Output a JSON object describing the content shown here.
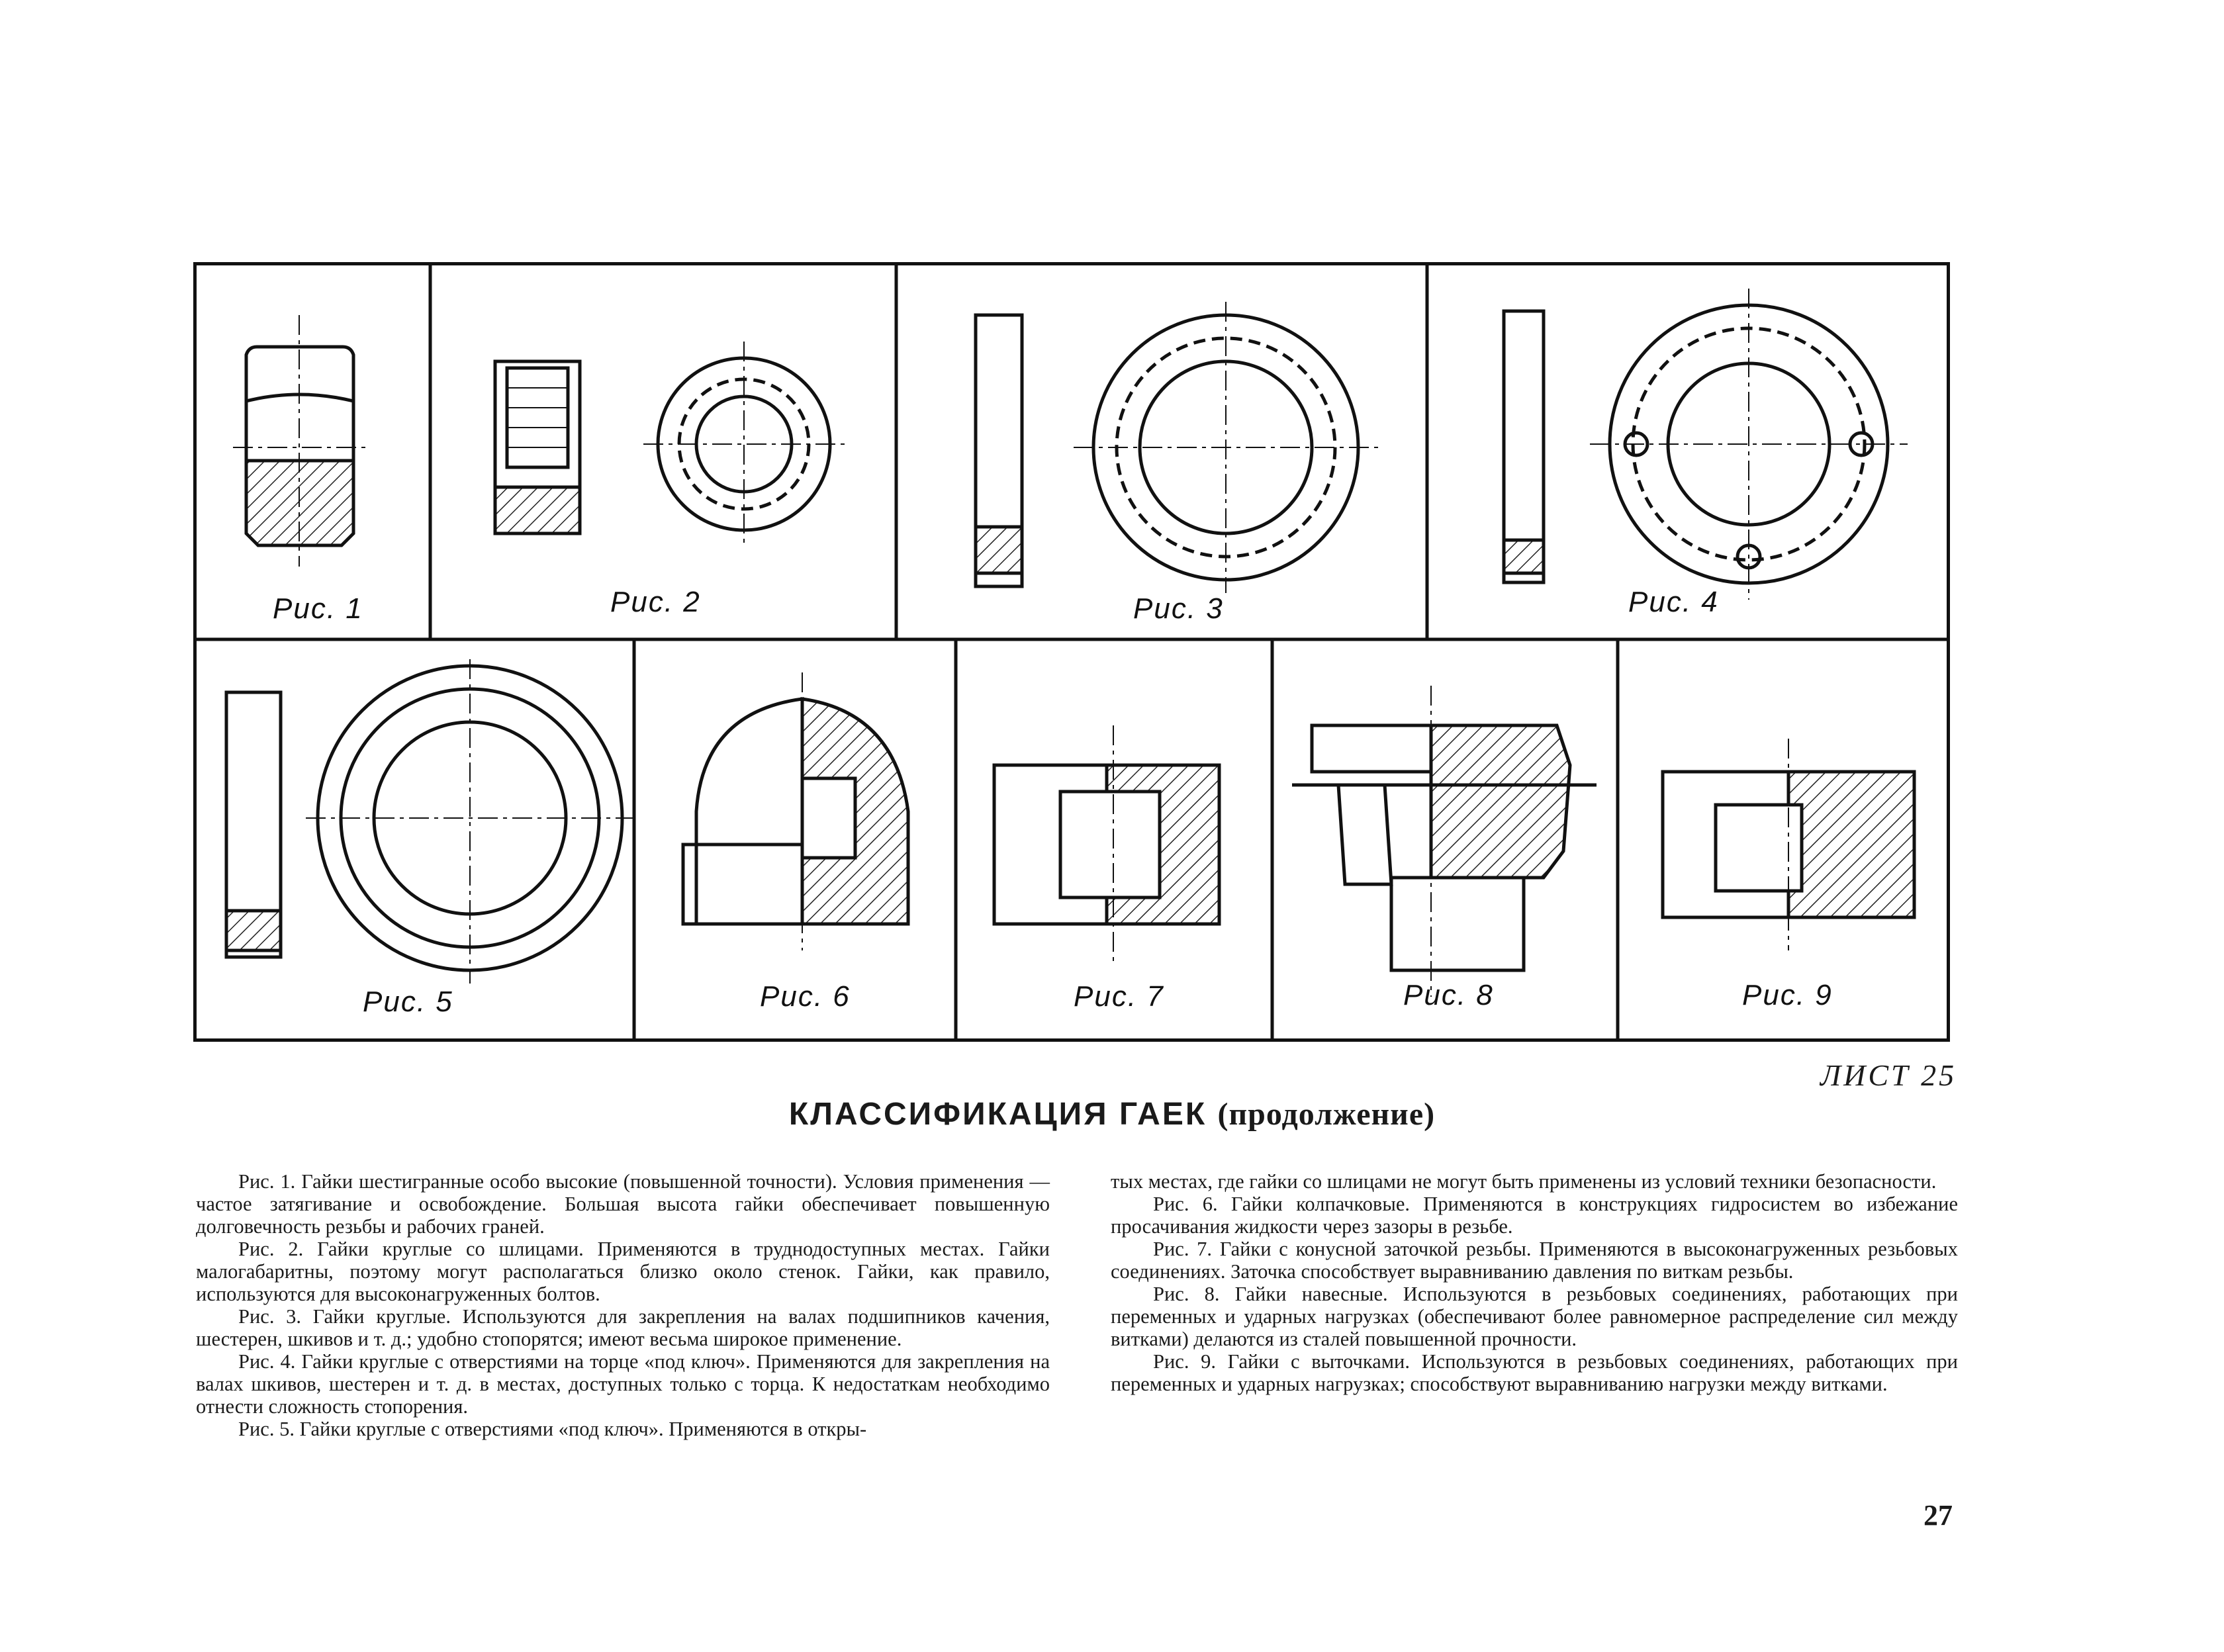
{
  "figures": {
    "captions": [
      "Рис. 1",
      "Рис. 2",
      "Рис. 3",
      "Рис. 4",
      "Рис. 5",
      "Рис. 6",
      "Рис. 7",
      "Рис. 8",
      "Рис. 9"
    ]
  },
  "sheet_label": "ЛИСТ 25",
  "title": {
    "main": "КЛАССИФИКАЦИЯ ГАЕК",
    "sub": "(продолжение)"
  },
  "text": {
    "left": [
      "Рис. 1. Гайки шестигранные особо высокие (повышенной точности). Условия применения — частое затягивание и освобождение. Большая высота гайки обеспечивает повышенную долговечность резьбы и рабочих граней.",
      "Рис. 2. Гайки круглые со шлицами. Применяются в труднодоступных местах. Гайки малогабаритны, поэтому могут располагаться близко около стенок. Гайки, как правило, используются для высоконагруженных болтов.",
      "Рис. 3. Гайки круглые. Используются для закрепления на валах подшипников качения, шестерен, шкивов и т. д.; удобно стопорятся; имеют весьма широкое применение.",
      "Рис. 4. Гайки круглые с отверстиями на торце «под ключ». Применяются для закрепления на валах шкивов, шестерен и т. д. в местах, доступных только с торца. К недостаткам необходимо отнести сложность стопорения.",
      "Рис. 5. Гайки круглые с отверстиями «под ключ». Применяются в откры-"
    ],
    "right_continuation": "тых местах, где гайки со шлицами не могут быть применены из условий техники безопасности.",
    "right": [
      "Рис. 6. Гайки колпачковые. Применяются в конструкциях гидросистем во избежание просачивания жидкости через зазоры в резьбе.",
      "Рис. 7. Гайки с конусной заточкой резьбы. Применяются в высоконагруженных резьбовых соединениях. Заточка способствует выравниванию давления по виткам резьбы.",
      "Рис. 8. Гайки навесные. Используются в резьбовых соединениях, работающих при переменных и ударных нагрузках (обеспечивают более равномерное распределение сил между витками) делаются из сталей повышенной прочности.",
      "Рис. 9. Гайки с выточками. Используются в резьбовых соединениях, работающих при переменных и ударных нагрузках; способствуют выравниванию нагрузки между витками."
    ]
  },
  "page_number": "27"
}
